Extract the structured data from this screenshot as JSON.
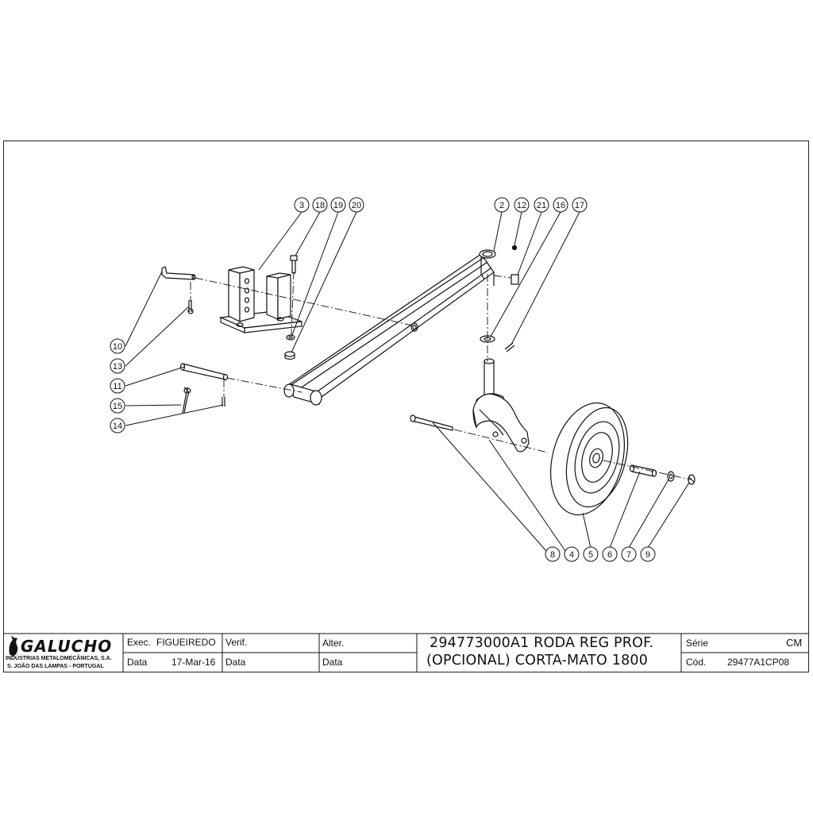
{
  "balloons": {
    "b2": "2",
    "b12": "12",
    "b21": "21",
    "b16": "16",
    "b17": "17",
    "b3": "3",
    "b18": "18",
    "b19": "19",
    "b20": "20",
    "b10": "10",
    "b13": "13",
    "b11": "11",
    "b15": "15",
    "b14": "14",
    "b8": "8",
    "b4": "4",
    "b5": "5",
    "b6": "6",
    "b7": "7",
    "b9": "9"
  },
  "title_block": {
    "company": "GALUCHO",
    "company_line1": "INDÚSTRIAS METALOMECÂNICAS, S.A.",
    "company_line2": "S. JOÃO DAS LAMPAS - PORTUGAL",
    "exec_label": "Exec.",
    "exec_value": "FIGUEIREDO",
    "data_label": "Data",
    "data_value": "17-Mar-16",
    "verif_label": "Verif.",
    "verif_data_label": "Data",
    "alter_label": "Alter.",
    "alter_data_label": "Data",
    "title_line1": "294773000A1 RODA REG PROF.",
    "title_line2": "(OPCIONAL) CORTA-MATO 1800",
    "serie_label": "Série",
    "serie_value": "CM",
    "cod_label": "Cód.",
    "cod_value": "29477A1CP08"
  }
}
